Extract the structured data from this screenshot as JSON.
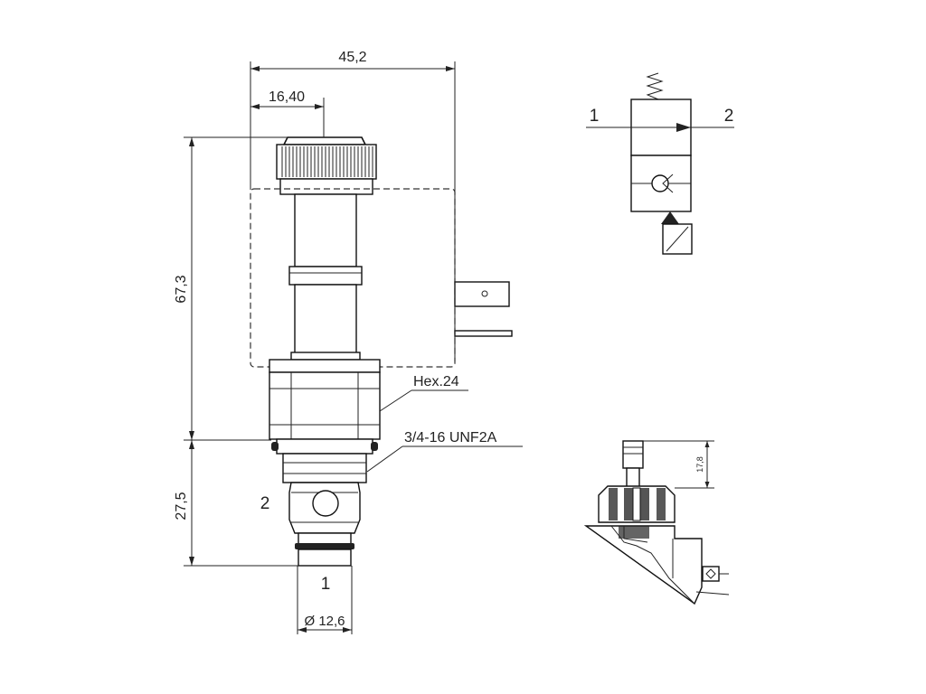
{
  "drawing": {
    "dimensions": {
      "overall_width": "45,2",
      "cap_offset": "16,40",
      "body_height": "67,3",
      "cartridge_length": "27,5",
      "diameter": "Ø 12,6"
    },
    "callouts": {
      "hex": "Hex.24",
      "thread": "3/4-16 UNF2A"
    },
    "ports": {
      "side_port": "2",
      "bottom_port": "1"
    }
  },
  "symbol": {
    "port_left": "1",
    "port_right": "2"
  },
  "cavity": {
    "dimension": "17,8"
  }
}
